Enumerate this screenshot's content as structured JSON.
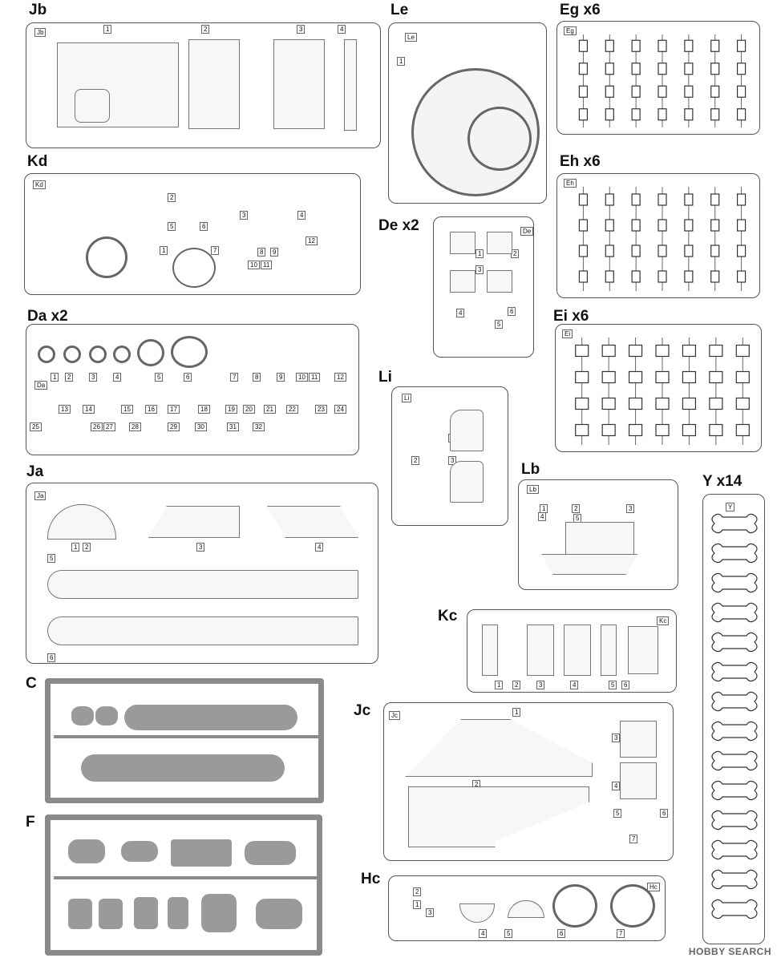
{
  "sprues": [
    {
      "id": "jb",
      "label": "Jb",
      "tag": "Jb",
      "numbers": [
        "1",
        "2",
        "3",
        "4"
      ]
    },
    {
      "id": "le",
      "label": "Le",
      "tag": "Le",
      "numbers": [
        "1"
      ]
    },
    {
      "id": "eg",
      "label": "Eg x6",
      "tag": "Eg",
      "numbers": []
    },
    {
      "id": "kd",
      "label": "Kd",
      "tag": "Kd",
      "numbers": [
        "1",
        "2",
        "3",
        "4",
        "5",
        "6",
        "7",
        "8",
        "9",
        "10",
        "11",
        "12"
      ]
    },
    {
      "id": "eh",
      "label": "Eh x6",
      "tag": "Eh",
      "numbers": []
    },
    {
      "id": "de",
      "label": "De x2",
      "tag": "De",
      "numbers": [
        "1",
        "2",
        "3",
        "4",
        "5",
        "6"
      ]
    },
    {
      "id": "da",
      "label": "Da x2",
      "tag": "Da",
      "numbers": [
        "1",
        "2",
        "3",
        "4",
        "5",
        "6",
        "7",
        "8",
        "9",
        "10",
        "11",
        "12",
        "13",
        "14",
        "15",
        "16",
        "17",
        "18",
        "19",
        "20",
        "21",
        "22",
        "23",
        "24",
        "25",
        "26",
        "27",
        "28",
        "29",
        "30",
        "31",
        "32"
      ]
    },
    {
      "id": "ei",
      "label": "Ei x6",
      "tag": "Ei",
      "numbers": []
    },
    {
      "id": "li",
      "label": "Li",
      "tag": "Li",
      "numbers": [
        "1",
        "2",
        "3"
      ]
    },
    {
      "id": "ja",
      "label": "Ja",
      "tag": "Ja",
      "numbers": [
        "1",
        "2",
        "3",
        "4",
        "5",
        "6"
      ]
    },
    {
      "id": "lb",
      "label": "Lb",
      "tag": "Lb",
      "numbers": [
        "1",
        "2",
        "3",
        "4",
        "5"
      ]
    },
    {
      "id": "y",
      "label": "Y x14",
      "tag": "Y",
      "numbers": []
    },
    {
      "id": "kc",
      "label": "Kc",
      "tag": "Kc",
      "numbers": [
        "1",
        "2",
        "3",
        "4",
        "5",
        "6"
      ]
    },
    {
      "id": "c",
      "label": "C",
      "tag": "",
      "numbers": []
    },
    {
      "id": "jc",
      "label": "Jc",
      "tag": "Jc",
      "numbers": [
        "1",
        "2",
        "3",
        "4",
        "5",
        "6",
        "7"
      ]
    },
    {
      "id": "f",
      "label": "F",
      "tag": "",
      "numbers": []
    },
    {
      "id": "hc",
      "label": "Hc",
      "tag": "Hc",
      "numbers": [
        "1",
        "2",
        "3",
        "4",
        "5",
        "6",
        "7"
      ]
    }
  ],
  "watermark": "HOBBY SEARCH",
  "colors": {
    "line": "#555555",
    "grey_sprue": "#8a8a8a",
    "part_fill": "#9a9a9a"
  }
}
